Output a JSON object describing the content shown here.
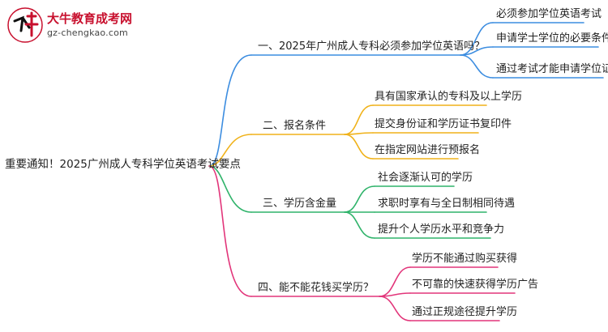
{
  "logo": {
    "title": "大牛教育成考网",
    "url": "gz-chengkao.com"
  },
  "mindmap": {
    "root": "重要通知！2025广州成人专科学位英语考试要点",
    "branches": [
      {
        "title": "一、2025年广州成人专科必须参加学位英语吗？",
        "color": "#3c8de0",
        "leaves": [
          "必须参加学位英语考试",
          "申请学士学位的必要条件",
          "通过考试才能申请学位证书"
        ]
      },
      {
        "title": "二、报名条件",
        "color": "#f0b21a",
        "leaves": [
          "具有国家承认的专科及以上学历",
          "提交身份证和学历证书复印件",
          "在指定网站进行预报名"
        ]
      },
      {
        "title": "三、学历含金量",
        "color": "#2fb36a",
        "leaves": [
          "社会逐渐认可的学历",
          "求职时享有与全日制相同待遇",
          "提升个人学历水平和竞争力"
        ]
      },
      {
        "title": "四、能不能花钱买学历？",
        "color": "#e2357a",
        "leaves": [
          "学历不能通过购买获得",
          "不可靠的快速获得学历广告",
          "通过正规途径提升学历"
        ]
      }
    ]
  }
}
